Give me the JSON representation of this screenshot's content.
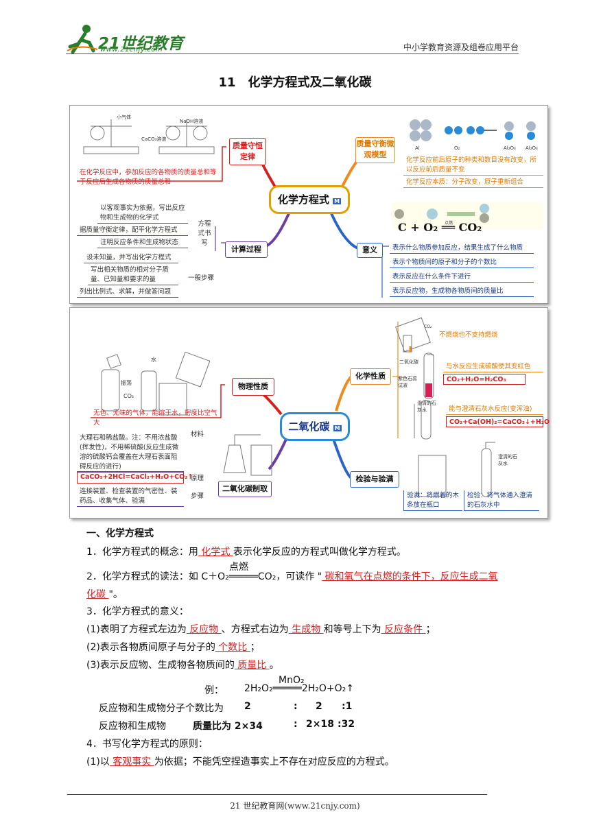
{
  "header": {
    "logo_main": "21世纪教育",
    "logo_sub": "www.21cnjy.com",
    "platform": "中小学教育资源及组卷应用平台"
  },
  "title": "11　化学方程式及二氧化碳",
  "map1": {
    "center": "化学方程式",
    "mass_law": "质量守恒定律",
    "mass_law_desc": "在化学反应中，参加反应的各物质的质量总和等于反应后生成各物质的质量总和",
    "micro": "质量守衡微观模型",
    "micro_desc1": "化学反应前后原子的种类和数目没有改变，所以反应前后质量不变",
    "micro_desc2": "化学反应本质：分子改变，原子重新组合",
    "calc": "计算过程",
    "writing_label": "方程式书写",
    "writing": [
      "以客观事实为依据，写出反应物和生成物的化学式",
      "据质量守衡定律，配平化学方程式",
      "注明反应条件和生成物状态"
    ],
    "steps_label": "一般步骤",
    "steps": [
      "设未知量，并写出化学方程式",
      "写出相关物质的相对分子质量、已知量和要求的量",
      "列出比例式、求解，并做答问题"
    ],
    "meaning": "意义",
    "meanings": [
      "表示什么物质参加反应，结果生成了什么物质",
      "表示个物质间的原子和分子的个数比",
      "表示反应在什么条件下进行",
      "表示反应物，生成物各物质间的质量比"
    ],
    "eq_text": "C + O₂ ══ CO₂",
    "eq_cond": "点燃",
    "balance_label1": "小气体",
    "balance_label2": "NaOH溶液",
    "balance_label3": "CaCO₃溶液",
    "atoms": [
      "Al",
      "O₂",
      "Al₂O₃",
      "Al₂O₃"
    ]
  },
  "map2": {
    "center": "二氧化碳",
    "physical": "物理性质",
    "physical_desc": "无色、无味的气体，能溶于水，密度比空气大",
    "img_labels": [
      "水",
      "振荡",
      "CO₂"
    ],
    "chemical": "化学性质",
    "chem1": "不燃烧也不支持燃烧",
    "chem2": "与水反应生成碳酸使其变红色",
    "chem2_eq": "CO₂+H₂O=H₂CO₃",
    "chem3": "能与澄清石灰水反应(变浑浊)",
    "chem3_eq": "CO₂+Ca(OH)₂=CaCO₃↓+H₂O",
    "chem_img": [
      "CO₂",
      "二氧化碳",
      "紫色石蕊试液",
      "澄清的石灰水"
    ],
    "prep": "二氧化碳制取",
    "materials_label": "材料",
    "materials": "大理石和稀盐酸。注：不用浓盐酸(挥发性)，不用稀硫酸(反应生成微溶的硫酸钙会覆盖在大理石表面阻碍反应的进行)",
    "principle_label": "原理",
    "principle": "CaCO₃+2HCl=CaCl₂+H₂O+CO₂↑",
    "steps_label": "步骤",
    "steps": "连接装置、检查装置的气密性、装药品、收集气体、验满",
    "test": "检验与验满",
    "test_full": "验满：将燃着的木条放在瓶口",
    "test_check": "检验：将气体通入澄清的石灰水中",
    "test_img": "澄清的石灰水"
  },
  "body": {
    "section": "一、化学方程式",
    "p1_pre": "1．化学方程式的概念：用",
    "p1_ans": " 化学式 ",
    "p1_post": "表示化学反应的方程式叫做化学方程式。",
    "p2_pre": "2．化学方程式的读法：如 C＋O₂═════CO₂，可读作 \"",
    "p2_cond": "点燃",
    "p2_ans1": " 碳和氧气在点燃的条件下，反应生成二氧",
    "p2_ans2": "化碳 ",
    "p2_post": "\"。",
    "p3": "3．化学方程式的意义：",
    "p4_a": "(1)表明了方程式左边为",
    "p4_ans1": " 反应物 ",
    "p4_b": "、方程式右边为",
    "p4_ans2": " 生成物 ",
    "p4_c": "和等号上下为",
    "p4_ans3": " 反应条件 ",
    "p4_d": "；",
    "p5_a": "(2)表示各物质间原子与分子的",
    "p5_ans": " 个数比 ",
    "p5_b": "；",
    "p6_a": "(3)表示反应物、生成物各物质间的",
    "p6_ans": " 质量比 ",
    "p6_b": "。",
    "ex_label": "例：",
    "ex_eq": "2H₂O₂═════2H₂O+O₂↑",
    "ex_cond": "MnO₂",
    "ratio1": [
      "反应物和生成物分子个数比为",
      "2",
      ":",
      "2",
      ":1"
    ],
    "ratio2": [
      "反应物和生成物",
      "质量比为 2×34",
      ":",
      "2×18",
      ":32"
    ],
    "p7": "4．书写化学方程式的原则：",
    "p8_a": "(1)以",
    "p8_ans": " 客观事实 ",
    "p8_b": "为依据；不能凭空捏造事实上不存在对应反应的方程式。"
  },
  "footer": "21 世纪教育网(www.21cnjy.com)",
  "colors": {
    "red": "#d62020",
    "orange": "#f08a1c",
    "blue": "#2b63c6",
    "purple": "#6a3fa0",
    "green": "#2a7d2a"
  }
}
